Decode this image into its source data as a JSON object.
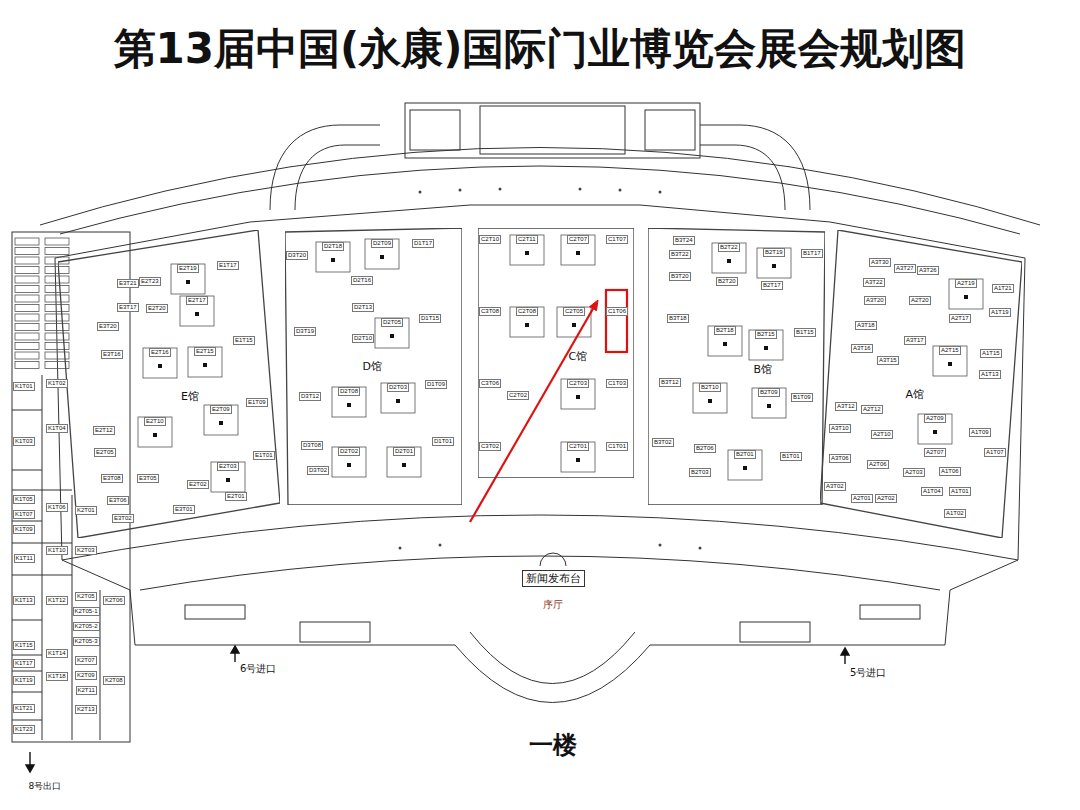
{
  "diagram": {
    "title": "第13届中国(永康)国际门业博览会展会规划图",
    "nodes": [
      {
        "text": [
          "E馆"
        ]
      },
      {
        "text": [
          "D馆"
        ]
      },
      {
        "text": [
          "C馆"
        ]
      },
      {
        "text": [
          "B馆"
        ]
      },
      {
        "text": [
          "A馆"
        ]
      },
      {
        "text": [
          "E2T19"
        ],
        "in": 0
      },
      {
        "text": [
          "E1T17"
        ],
        "in": 0
      },
      {
        "text": [
          "E3T21"
        ],
        "in": 0
      },
      {
        "text": [
          "E2T23"
        ],
        "in": 0
      },
      {
        "text": [
          "E2T20"
        ],
        "in": 0
      },
      {
        "text": [
          "E2T17"
        ],
        "in": 0
      },
      {
        "text": [
          "E3T17"
        ],
        "in": 0
      },
      {
        "text": [
          "E3T20"
        ],
        "in": 0
      },
      {
        "text": [
          "E2T16"
        ],
        "in": 0
      },
      {
        "text": [
          "E2T15"
        ],
        "in": 0
      },
      {
        "text": [
          "E1T15"
        ],
        "in": 0
      },
      {
        "text": [
          "E3T16"
        ],
        "in": 0
      },
      {
        "text": [
          "E2T12"
        ],
        "in": 0
      },
      {
        "text": [
          "E2T10"
        ],
        "in": 0
      },
      {
        "text": [
          "E2T09"
        ],
        "in": 0
      },
      {
        "text": [
          "E1T09"
        ],
        "in": 0
      },
      {
        "text": [
          "E2T05"
        ],
        "in": 0
      },
      {
        "text": [
          "E3T08"
        ],
        "in": 0
      },
      {
        "text": [
          "E3T05"
        ],
        "in": 0
      },
      {
        "text": [
          "E2T03"
        ],
        "in": 0
      },
      {
        "text": [
          "E2T02"
        ],
        "in": 0
      },
      {
        "text": [
          "E2T01"
        ],
        "in": 0
      },
      {
        "text": [
          "E3T06"
        ],
        "in": 0
      },
      {
        "text": [
          "E3T01"
        ],
        "in": 0
      },
      {
        "text": [
          "E3T02"
        ],
        "in": 0
      },
      {
        "text": [
          "E1T01"
        ],
        "in": 0
      },
      {
        "text": [
          "D3T20"
        ],
        "in": 1
      },
      {
        "text": [
          "D2T18"
        ],
        "in": 1
      },
      {
        "text": [
          "D2T09"
        ],
        "in": 1
      },
      {
        "text": [
          "D1T17"
        ],
        "in": 1
      },
      {
        "text": [
          "D2T16"
        ],
        "in": 1
      },
      {
        "text": [
          "D3T19"
        ],
        "in": 1
      },
      {
        "text": [
          "D2T13"
        ],
        "in": 1
      },
      {
        "text": [
          "D2T05"
        ],
        "in": 1
      },
      {
        "text": [
          "D2T10"
        ],
        "in": 1
      },
      {
        "text": [
          "D1T15"
        ],
        "in": 1
      },
      {
        "text": [
          "D3T12"
        ],
        "in": 1
      },
      {
        "text": [
          "D2T08"
        ],
        "in": 1
      },
      {
        "text": [
          "D2T03"
        ],
        "in": 1
      },
      {
        "text": [
          "D1T09"
        ],
        "in": 1
      },
      {
        "text": [
          "D3T08"
        ],
        "in": 1
      },
      {
        "text": [
          "D2T02"
        ],
        "in": 1
      },
      {
        "text": [
          "D2T01"
        ],
        "in": 1
      },
      {
        "text": [
          "D1T01"
        ],
        "in": 1
      },
      {
        "text": [
          "D3T02"
        ],
        "in": 1
      },
      {
        "text": [
          "C2T10"
        ],
        "in": 2
      },
      {
        "text": [
          "C2T11"
        ],
        "in": 2
      },
      {
        "text": [
          "C2T07"
        ],
        "in": 2
      },
      {
        "text": [
          "C1T07"
        ],
        "in": 2
      },
      {
        "text": [
          "C3T08"
        ],
        "in": 2
      },
      {
        "text": [
          "C2T08"
        ],
        "in": 2
      },
      {
        "text": [
          "C2T05"
        ],
        "in": 2
      },
      {
        "text": [
          "C1T06"
        ],
        "in": 2
      },
      {
        "text": [
          "C3T06"
        ],
        "in": 2
      },
      {
        "text": [
          "C2T03"
        ],
        "in": 2
      },
      {
        "text": [
          "C1T03"
        ],
        "in": 2
      },
      {
        "text": [
          "C2T02"
        ],
        "in": 2
      },
      {
        "text": [
          "C3T02"
        ],
        "in": 2
      },
      {
        "text": [
          "C2T01"
        ],
        "in": 2
      },
      {
        "text": [
          "C1T01"
        ],
        "in": 2
      },
      {
        "text": [
          "B3T24"
        ],
        "in": 3
      },
      {
        "text": [
          "B2T22"
        ],
        "in": 3
      },
      {
        "text": [
          "B2T19"
        ],
        "in": 3
      },
      {
        "text": [
          "B1T17"
        ],
        "in": 3
      },
      {
        "text": [
          "B3T22"
        ],
        "in": 3
      },
      {
        "text": [
          "B3T20"
        ],
        "in": 3
      },
      {
        "text": [
          "B2T20"
        ],
        "in": 3
      },
      {
        "text": [
          "B2T17"
        ],
        "in": 3
      },
      {
        "text": [
          "B3T18"
        ],
        "in": 3
      },
      {
        "text": [
          "B2T18"
        ],
        "in": 3
      },
      {
        "text": [
          "B2T15"
        ],
        "in": 3
      },
      {
        "text": [
          "B1T15"
        ],
        "in": 3
      },
      {
        "text": [
          "B3T12"
        ],
        "in": 3
      },
      {
        "text": [
          "B2T10"
        ],
        "in": 3
      },
      {
        "text": [
          "B2T09"
        ],
        "in": 3
      },
      {
        "text": [
          "B1T09"
        ],
        "in": 3
      },
      {
        "text": [
          "B3T02"
        ],
        "in": 3
      },
      {
        "text": [
          "B2T06"
        ],
        "in": 3
      },
      {
        "text": [
          "B2T01"
        ],
        "in": 3
      },
      {
        "text": [
          "B1T01"
        ],
        "in": 3
      },
      {
        "text": [
          "B2T03"
        ],
        "in": 3
      },
      {
        "text": [
          "A3T30"
        ],
        "in": 4
      },
      {
        "text": [
          "A3T27"
        ],
        "in": 4
      },
      {
        "text": [
          "A3T26"
        ],
        "in": 4
      },
      {
        "text": [
          "A2T19"
        ],
        "in": 4
      },
      {
        "text": [
          "A1T21"
        ],
        "in": 4
      },
      {
        "text": [
          "A3T22"
        ],
        "in": 4
      },
      {
        "text": [
          "A3T20"
        ],
        "in": 4
      },
      {
        "text": [
          "A2T20"
        ],
        "in": 4
      },
      {
        "text": [
          "A2T17"
        ],
        "in": 4
      },
      {
        "text": [
          "A1T19"
        ],
        "in": 4
      },
      {
        "text": [
          "A3T18"
        ],
        "in": 4
      },
      {
        "text": [
          "A3T17"
        ],
        "in": 4
      },
      {
        "text": [
          "A3T16"
        ],
        "in": 4
      },
      {
        "text": [
          "A2T15"
        ],
        "in": 4
      },
      {
        "text": [
          "A1T15"
        ],
        "in": 4
      },
      {
        "text": [
          "A3T15"
        ],
        "in": 4
      },
      {
        "text": [
          "A1T13"
        ],
        "in": 4
      },
      {
        "text": [
          "A3T12"
        ],
        "in": 4
      },
      {
        "text": [
          "A2T12"
        ],
        "in": 4
      },
      {
        "text": [
          "A2T09"
        ],
        "in": 4
      },
      {
        "text": [
          "A1T09"
        ],
        "in": 4
      },
      {
        "text": [
          "A3T10"
        ],
        "in": 4
      },
      {
        "text": [
          "A2T10"
        ],
        "in": 4
      },
      {
        "text": [
          "A2T07"
        ],
        "in": 4
      },
      {
        "text": [
          "A1T07"
        ],
        "in": 4
      },
      {
        "text": [
          "A3T06"
        ],
        "in": 4
      },
      {
        "text": [
          "A2T06"
        ],
        "in": 4
      },
      {
        "text": [
          "A2T03"
        ],
        "in": 4
      },
      {
        "text": [
          "A1T06"
        ],
        "in": 4
      },
      {
        "text": [
          "A3T02"
        ],
        "in": 4
      },
      {
        "text": [
          "A2T01"
        ],
        "in": 4
      },
      {
        "text": [
          "A2T02"
        ],
        "in": 4
      },
      {
        "text": [
          "A1T04"
        ],
        "in": 4
      },
      {
        "text": [
          "A1T01"
        ],
        "in": 4
      },
      {
        "text": [
          "A1T02"
        ],
        "in": 4
      },
      {
        "text": [
          "K1T01"
        ]
      },
      {
        "text": [
          "K1T02"
        ]
      },
      {
        "text": [
          "K1T04"
        ]
      },
      {
        "text": [
          "K1T03"
        ]
      },
      {
        "text": [
          "K1T05"
        ]
      },
      {
        "text": [
          "K1T06"
        ]
      },
      {
        "text": [
          "K2T01"
        ]
      },
      {
        "text": [
          "K1T07"
        ]
      },
      {
        "text": [
          "K1T09"
        ]
      },
      {
        "text": [
          "K1T10"
        ]
      },
      {
        "text": [
          "K2T03"
        ]
      },
      {
        "text": [
          "K1T11"
        ]
      },
      {
        "text": [
          "K1T13"
        ]
      },
      {
        "text": [
          "K1T12"
        ]
      },
      {
        "text": [
          "K2T05"
        ]
      },
      {
        "text": [
          "K2T06"
        ]
      },
      {
        "text": [
          "K2T05-1"
        ]
      },
      {
        "text": [
          "K2T05-2"
        ]
      },
      {
        "text": [
          "K2T05-3"
        ]
      },
      {
        "text": [
          "K1T15"
        ]
      },
      {
        "text": [
          "K1T14"
        ]
      },
      {
        "text": [
          "K2T07"
        ]
      },
      {
        "text": [
          "K1T17"
        ]
      },
      {
        "text": [
          "K1T18"
        ]
      },
      {
        "text": [
          "K2T09"
        ]
      },
      {
        "text": [
          "K2T08"
        ]
      },
      {
        "text": [
          "K1T19"
        ]
      },
      {
        "text": [
          "K2T11"
        ]
      },
      {
        "text": [
          "K1T21"
        ]
      },
      {
        "text": [
          "K2T13"
        ]
      },
      {
        "text": [
          "K1T23"
        ]
      },
      {
        "text": [
          "新闻发布台"
        ]
      }
    ],
    "labels": [
      "序厅",
      "6号进口",
      "5号进口",
      "8号出口",
      "一楼"
    ]
  }
}
